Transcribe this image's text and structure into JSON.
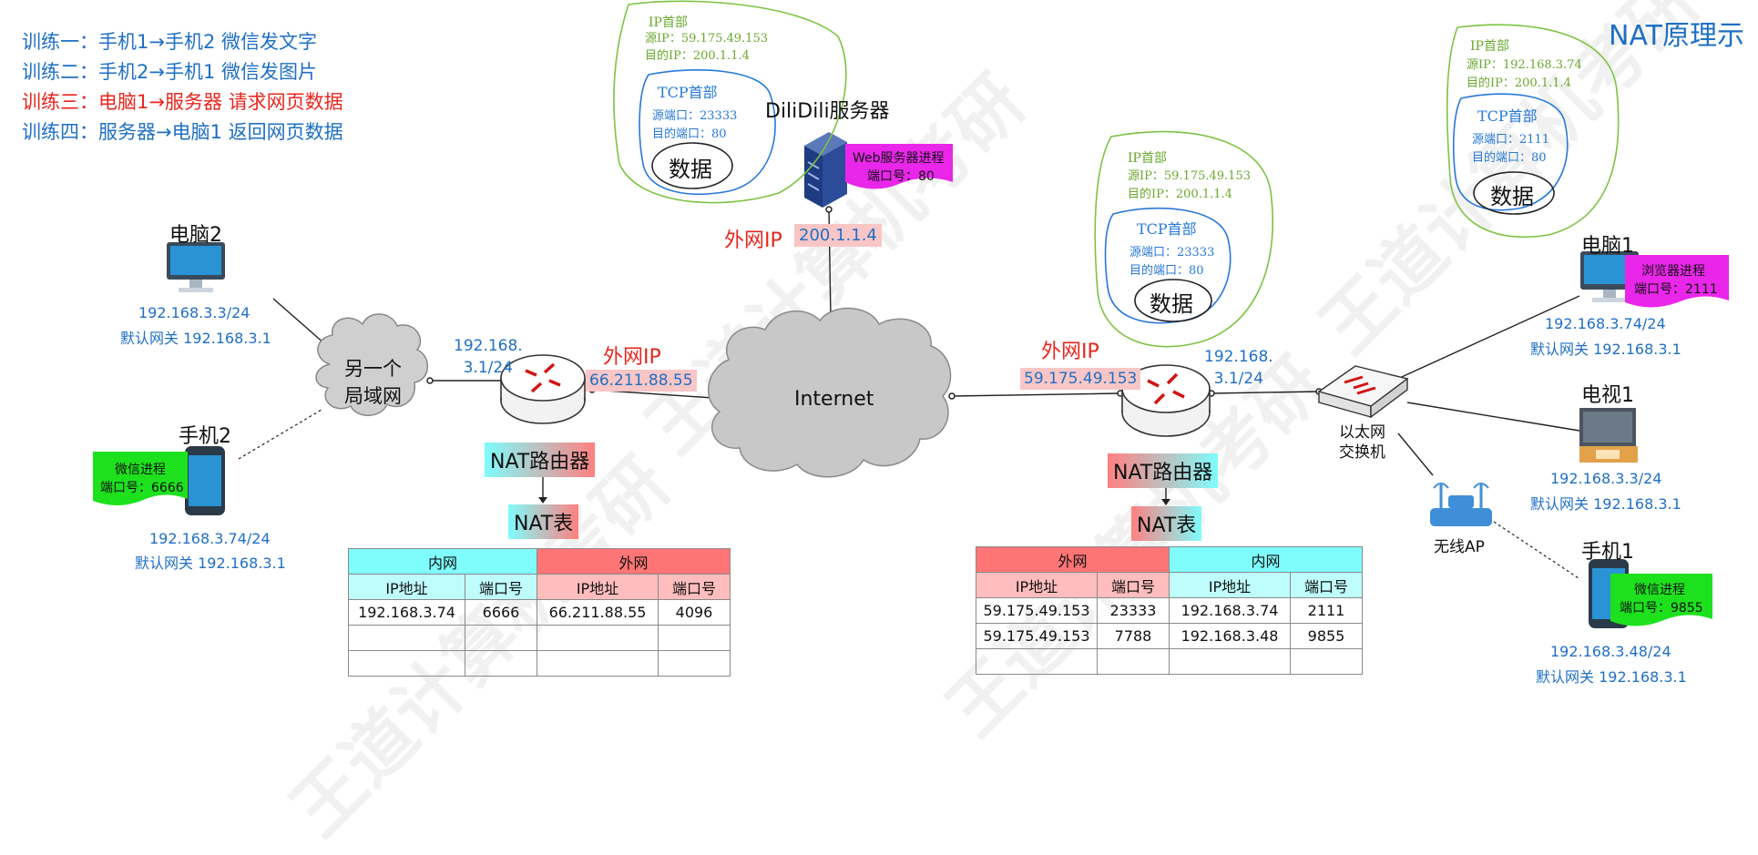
{
  "title": "NAT原理示",
  "training": [
    {
      "text": "训练一：手机1→手机2 微信发文字",
      "color": "#1f6fc4"
    },
    {
      "text": "训练二：手机2→手机1 微信发图片",
      "color": "#1f6fc4"
    },
    {
      "text": "训练三：电脑1→服务器 请求网页数据",
      "color": "#e8261d"
    },
    {
      "text": "训练四：服务器→电脑1 返回网页数据",
      "color": "#1f6fc4"
    }
  ],
  "server": {
    "name": "DiliDili服务器",
    "process": "Web服务器进程",
    "port": "端口号：80",
    "ip_label": "外网IP",
    "ip": "200.1.1.4"
  },
  "internet": "Internet",
  "left_lan": {
    "cloud": [
      "另一个",
      "局域网"
    ],
    "pc2": {
      "name": "电脑2",
      "ip": "192.168.3.3/24",
      "gateway": "默认网关 192.168.3.1"
    },
    "phone2": {
      "name": "手机2",
      "process": "微信进程",
      "port": "端口号：6666",
      "ip": "192.168.3.74/24",
      "gateway": "默认网关 192.168.3.1"
    }
  },
  "left_router": {
    "lan_ip": [
      "192.168.",
      "3.1/24"
    ],
    "wan_label": "外网IP",
    "wan_ip": "66.211.88.55",
    "name": "NAT路由器",
    "table_label": "NAT表"
  },
  "right_router": {
    "lan_ip": [
      "192.168.",
      "3.1/24"
    ],
    "wan_label": "外网IP",
    "wan_ip": "59.175.49.153",
    "name": "NAT路由器",
    "table_label": "NAT表"
  },
  "right_lan": {
    "switch": [
      "以太网",
      "交换机"
    ],
    "ap": "无线AP",
    "pc1": {
      "name": "电脑1",
      "process": "浏览器进程",
      "port": "端口号：2111",
      "ip": "192.168.3.74/24",
      "gateway": "默认网关 192.168.3.1"
    },
    "tv1": {
      "name": "电视1",
      "ip": "192.168.3.3/24",
      "gateway": "默认网关 192.168.3.1"
    },
    "phone1": {
      "name": "手机1",
      "process": "微信进程",
      "port": "端口号：9855",
      "ip": "192.168.3.48/24",
      "gateway": "默认网关 192.168.3.1"
    }
  },
  "left_nat_table": {
    "group_headers": [
      "内网",
      "外网"
    ],
    "col_headers": [
      "IP地址",
      "端口号",
      "IP地址",
      "端口号"
    ],
    "rows": [
      [
        "192.168.3.74",
        "6666",
        "66.211.88.55",
        "4096"
      ],
      [
        "",
        "",
        "",
        ""
      ],
      [
        "",
        "",
        "",
        ""
      ]
    ]
  },
  "right_nat_table": {
    "group_headers": [
      "外网",
      "内网"
    ],
    "col_headers": [
      "IP地址",
      "端口号",
      "IP地址",
      "端口号"
    ],
    "rows": [
      [
        "59.175.49.153",
        "23333",
        "192.168.3.74",
        "2111"
      ],
      [
        "59.175.49.153",
        "7788",
        "192.168.3.48",
        "9855"
      ],
      [
        "",
        "",
        "",
        ""
      ]
    ]
  },
  "packet_server": {
    "ip_header": "IP首部",
    "src_ip": "源IP：59.175.49.153",
    "dst_ip": "目的IP：200.1.1.4",
    "tcp_header": "TCP首部",
    "src_port": "源端口：23333",
    "dst_port": "目的端口：80",
    "data": "数据"
  },
  "packet_middle": {
    "ip_header": "IP首部",
    "src_ip": "源IP：59.175.49.153",
    "dst_ip": "目的IP：200.1.1.4",
    "tcp_header": "TCP首部",
    "src_port": "源端口：23333",
    "dst_port": "目的端口：80",
    "data": "数据"
  },
  "packet_right": {
    "ip_header": "IP首部",
    "src_ip": "源IP：192.168.3.74",
    "dst_ip": "目的IP：200.1.1.4",
    "tcp_header": "TCP首部",
    "src_port": "源端口：2111",
    "dst_port": "目的端口：80",
    "data": "数据"
  },
  "watermark": "王道计算机考研"
}
